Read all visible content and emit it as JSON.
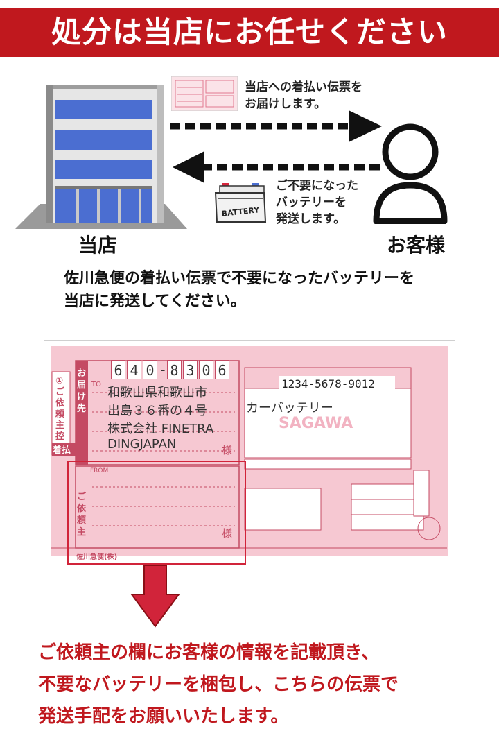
{
  "banner": {
    "title": "処分は当店にお任せください"
  },
  "diagram": {
    "store_label": "当店",
    "customer_label": "お客様",
    "note_to_customer": [
      "当店への着払い伝票を",
      "お届けします。"
    ],
    "note_to_store": [
      "ご不要になった",
      "バッテリーを",
      "発送します。"
    ],
    "battery_text": "BATTERY"
  },
  "description": [
    "佐川急便の着払い伝票で不要になったバッテリーを",
    "当店に発送してください。"
  ],
  "slip": {
    "postal_code": [
      "6",
      "4",
      "0",
      "-",
      "8",
      "3",
      "0",
      "6"
    ],
    "address_lines": [
      "和歌山県和歌山市",
      "出島３６番の４号",
      "株式会社 FINETRA",
      "DINGJAPAN"
    ],
    "tracking_number": "1234-5678-9012",
    "item_name": "カーバッテリー",
    "watermark": "SAGAWA",
    "sama": "様",
    "sender_sama": "様",
    "todoke_label": "お届け先",
    "irai_label": "ご依頼主",
    "chakubarai": "着払",
    "copy_label": "①ご依頼主控",
    "company": "佐川急便(株)",
    "from_label": "FROM",
    "to_label": "TO"
  },
  "instruction": [
    "ご依頼主の欄にお客様の情報を記載頂き、",
    "不要なバッテリーを梱包し、こちらの伝票で",
    "発送手配をお願いいたします。"
  ],
  "colors": {
    "banner": "#c0181e",
    "slip_pink": "#f6c8d2",
    "slip_line": "#c44a63",
    "building_blue": "#4b6ed1"
  }
}
